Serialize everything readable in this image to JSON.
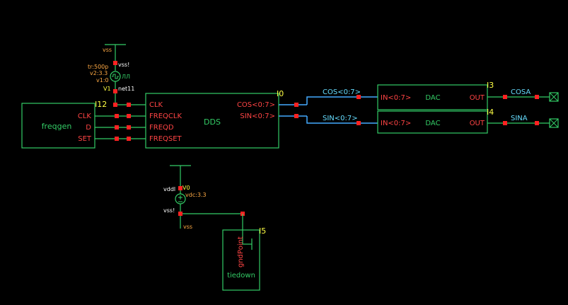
{
  "colors": {
    "background": "#000000",
    "wire": "#33cc66",
    "box": "#33cc66",
    "bus": "#44aaff",
    "pin_text": "#ff4444",
    "inst_text": "#ffff44",
    "param_text": "#ffaa44",
    "net_text": "#ffffff",
    "bus_text": "#66ddff",
    "pin_marker": "#ff2222"
  },
  "freqgen": {
    "instance": "I12",
    "name": "freqgen",
    "pins": {
      "clk": "CLK",
      "d": "D",
      "set": "SET"
    }
  },
  "dds": {
    "instance": "I0",
    "name": "DDS",
    "pins": {
      "clk": "CLK",
      "freqclk": "FREQCLK",
      "freqd": "FREQD",
      "freqset": "FREQSET",
      "cos": "COS<0:7>",
      "sin": "SIN<0:7>"
    }
  },
  "dac_top": {
    "instance": "I3",
    "name": "DAC",
    "in_pin": "IN<0:7>",
    "out_pin": "OUT"
  },
  "dac_bottom": {
    "instance": "I4",
    "name": "DAC",
    "in_pin": "IN<0:7>",
    "out_pin": "OUT"
  },
  "tiedown": {
    "instance": "I5",
    "name": "tiedown",
    "pin": "gndPoint"
  },
  "pulse_source": {
    "gnd_label": "vss",
    "gnd_net": "vss!",
    "params": [
      "tr:500p",
      "v2:3.3",
      "v1:0"
    ],
    "instance": "V1",
    "net": "net11",
    "symbol_label": "ЛЛ"
  },
  "dc_source": {
    "net_top": "vddl",
    "instance": "V0",
    "param": "vdc:3.3",
    "net_bottom": "vss!",
    "gnd_label": "vss"
  },
  "nets": {
    "cos_bus": "COS<0:7>",
    "sin_bus": "SIN<0:7>",
    "cosa": "COSA",
    "sina": "SINA"
  }
}
